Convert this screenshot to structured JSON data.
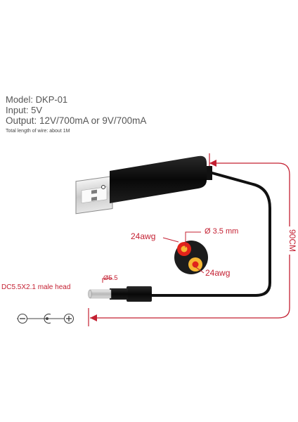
{
  "specs": {
    "model": "Model: DKP-01",
    "input": "Input: 5V",
    "output": "Output: 12V/700mA or 9V/700mA",
    "wire_length": "Total length of wire: about 1M"
  },
  "labels": {
    "length": "90CM",
    "diameter_socket": "Ø 3.5 mm",
    "gauge_top": "24awg",
    "gauge_bottom": "24awg",
    "plug_diameter": "Ø5.5",
    "plug_name": "DC5.5X2.1 male head"
  },
  "colors": {
    "dimension_red": "#c42032",
    "cable_black": "#111111",
    "conductor_red": "#e2231a",
    "conductor_yellow": "#f7b733"
  },
  "icons": [
    "minus-circle-icon",
    "center-pin-icon",
    "plus-circle-icon"
  ]
}
